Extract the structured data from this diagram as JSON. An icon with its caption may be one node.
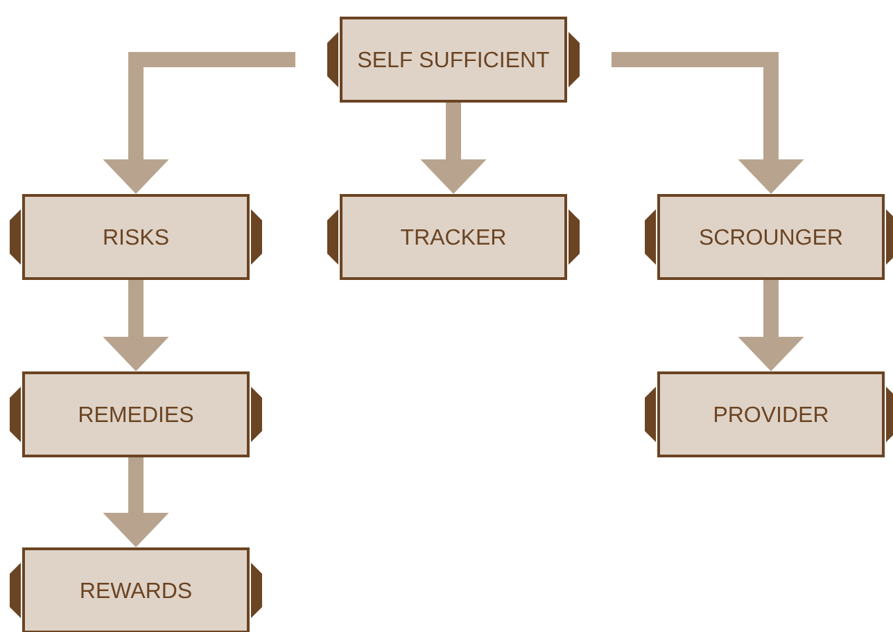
{
  "diagram": {
    "nodes": [
      {
        "text": [
          "SELF SUFFICIENT"
        ]
      },
      {
        "text": [
          "RISKS"
        ]
      },
      {
        "text": [
          "TRACKER"
        ]
      },
      {
        "text": [
          "SCROUNGER"
        ]
      },
      {
        "text": [
          "REMEDIES"
        ]
      },
      {
        "text": [
          "PROVIDER"
        ]
      },
      {
        "text": [
          "REWARDS"
        ]
      }
    ],
    "edges": [
      {
        "from": 0,
        "to": 1,
        "arrow": "to"
      },
      {
        "from": 0,
        "to": 2,
        "arrow": "to"
      },
      {
        "from": 0,
        "to": 3,
        "arrow": "to"
      },
      {
        "from": 1,
        "to": 4,
        "arrow": "to"
      },
      {
        "from": 3,
        "to": 5,
        "arrow": "to"
      },
      {
        "from": 4,
        "to": 6,
        "arrow": "to"
      }
    ]
  }
}
